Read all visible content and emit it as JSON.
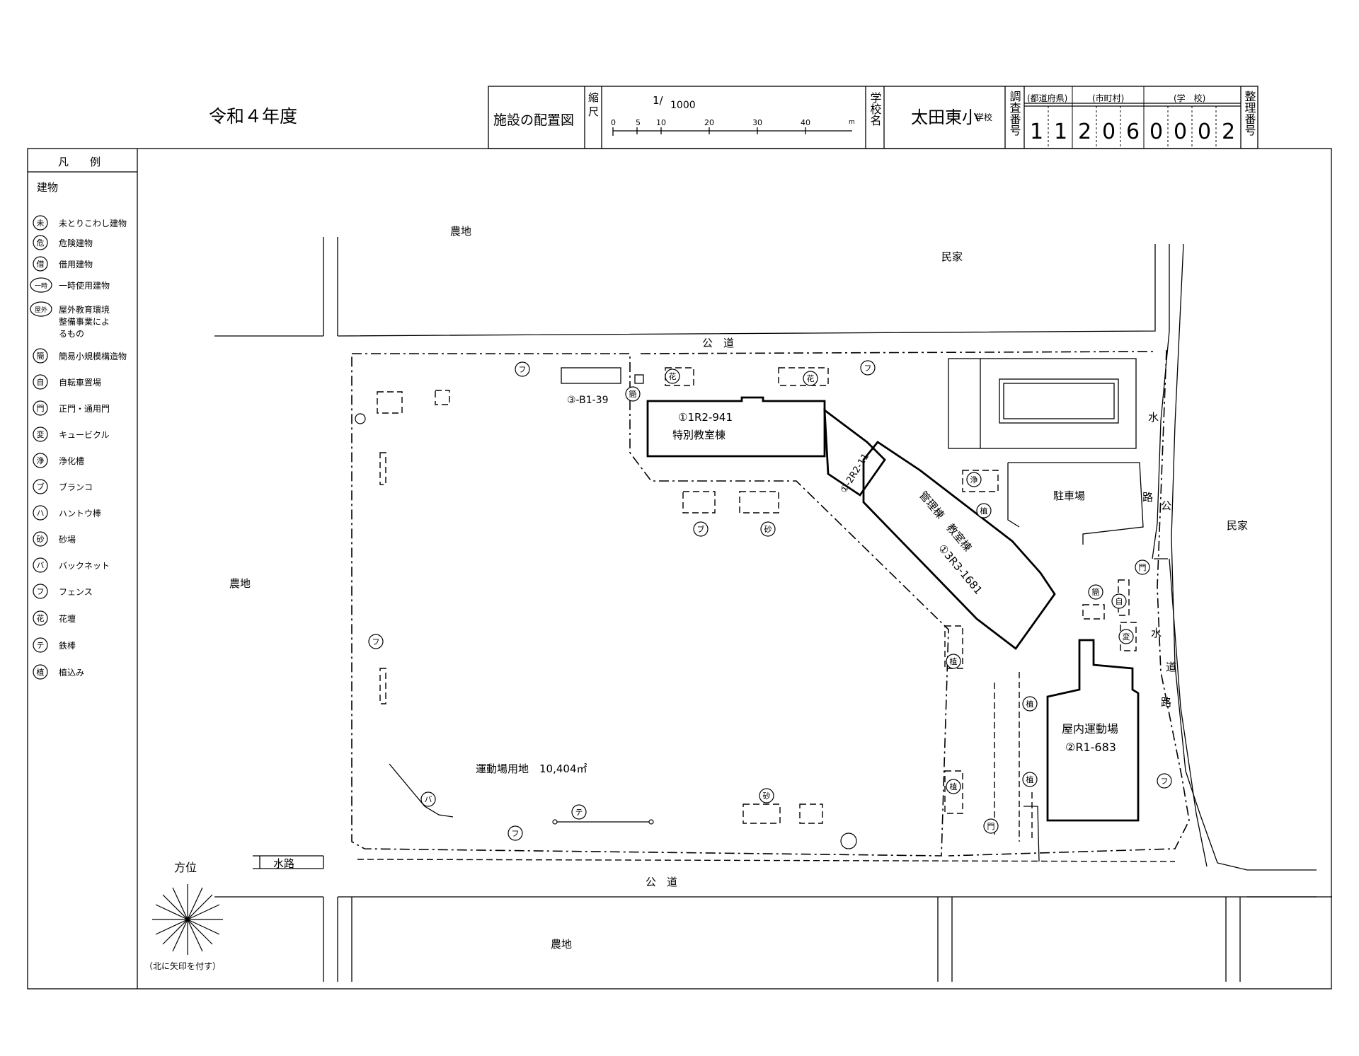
{
  "header": {
    "fiscal_year": "令和４年度",
    "doc_title": "施設の配置図",
    "scale_label": "縮 尺",
    "scale_ratio": "1/",
    "scale_denominator": "1000",
    "scale_ticks": [
      "0",
      "5",
      "10",
      "20",
      "30",
      "40",
      "m"
    ],
    "school_name_label": "学校名",
    "school_name": "太田東小",
    "school_suffix": "学校",
    "survey_no_label": "調査番号",
    "pref_label": "(都道府県)",
    "city_label": "(市町村)",
    "school_label": "(学　校)",
    "survey_digits": [
      "1",
      "1",
      "2",
      "0",
      "6",
      "0",
      "0",
      "0",
      "2"
    ],
    "ref_no_label": "整理番号"
  },
  "legend": {
    "title": "凡　　例",
    "section": "建物",
    "items": [
      {
        "symbol": "未",
        "label": "未とりこわし建物"
      },
      {
        "symbol": "危",
        "label": "危険建物"
      },
      {
        "symbol": "借",
        "label": "借用建物"
      },
      {
        "symbol": "一時",
        "label": "一時使用建物"
      },
      {
        "symbol": "屋外",
        "label": "屋外教育環境整備事業によるもの"
      },
      {
        "symbol": "簡",
        "label": "簡易小規模構造物"
      },
      {
        "symbol": "自",
        "label": "自転車置場"
      },
      {
        "symbol": "門",
        "label": "正門・通用門"
      },
      {
        "symbol": "変",
        "label": "キュービクル"
      },
      {
        "symbol": "浄",
        "label": "浄化槽"
      },
      {
        "symbol": "ブ",
        "label": "ブランコ"
      },
      {
        "symbol": "ハ",
        "label": "ハントウ棒"
      },
      {
        "symbol": "砂",
        "label": "砂場"
      },
      {
        "symbol": "バ",
        "label": "バックネット"
      },
      {
        "symbol": "フ",
        "label": "フェンス"
      },
      {
        "symbol": "花",
        "label": "花壇"
      },
      {
        "symbol": "テ",
        "label": "鉄棒"
      },
      {
        "symbol": "植",
        "label": "植込み"
      }
    ]
  },
  "orientation": {
    "title": "方位",
    "note": "（北に矢印を付す）"
  },
  "map": {
    "farmland": "農地",
    "houses": "民家",
    "public_road": "公　道",
    "waterway": "水路",
    "waterway_east": [
      "水",
      "路"
    ],
    "public_east": "公",
    "waterway_road_east": [
      "水",
      "道",
      "路"
    ],
    "parking": "駐車場",
    "sports_ground": "運動場用地　10,404㎡",
    "special_building_no": "①1R2-941",
    "special_building_name": "特別教室棟",
    "connector_no": "①-2R2-11",
    "admin_building_name": "管理棟　教室棟",
    "admin_building_no": "①3R3-1681",
    "gym_name": "屋内運動場",
    "gym_no": "②R1-683",
    "storage_no": "③-B1-39"
  }
}
